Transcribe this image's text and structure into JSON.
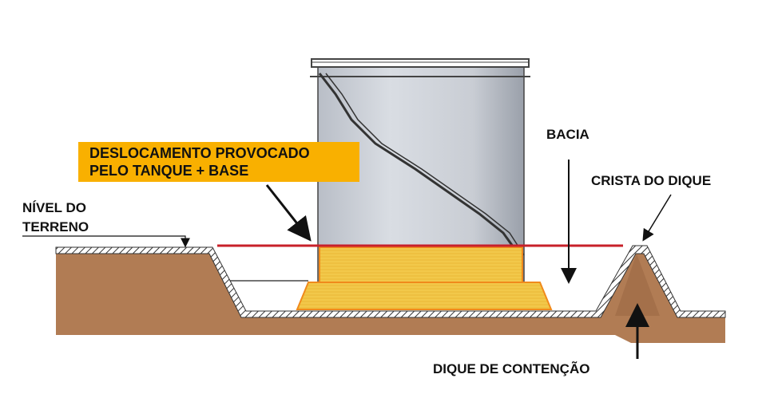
{
  "labels": {
    "displacement_line1": "DESLOCAMENTO PROVOCADO",
    "displacement_line2": "PELO TANQUE + BASE",
    "basin": "BACIA",
    "dike_crest": "CRISTA DO DIQUE",
    "ground_level_line1": "NÍVEL DO",
    "ground_level_line2": "TERRENO",
    "containment_dike": "DIQUE DE CONTENÇÃO"
  },
  "colors": {
    "soil": "#b17c54",
    "soil_dark": "#8f5f3c",
    "highlight_box": "#f9b000",
    "liquid_fill": "#f2c84a",
    "liquid_edge": "#f08a1c",
    "level_line": "#c8202a",
    "tank_body": "#cfd3da",
    "tank_shadow": "#9aa0aa",
    "text": "#111111"
  }
}
